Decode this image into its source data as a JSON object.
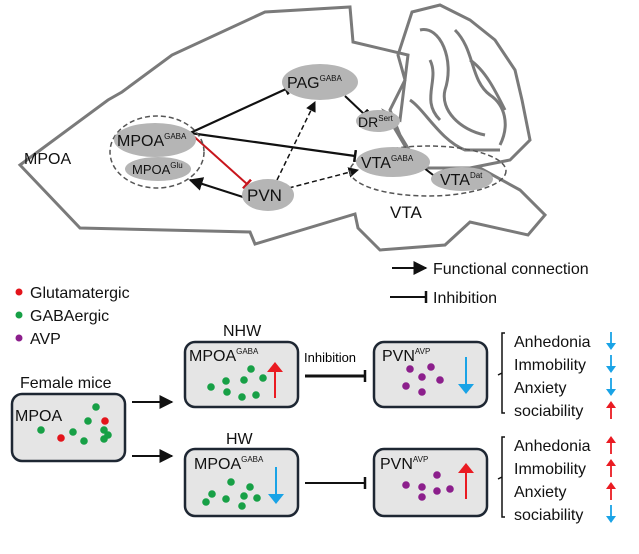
{
  "colors": {
    "glutamatergic": "#e3141b",
    "gabaergic": "#17a046",
    "avp": "#8c1f8c",
    "increase": "#ea1b22",
    "decrease": "#19a3e6",
    "inhibition_red": "#c8161d"
  },
  "brain": {
    "mpoa_label": "MPOA",
    "vta_label": "VTA",
    "nodes": {
      "mpoa_gaba": {
        "name": "MPOA",
        "sup": "GABA"
      },
      "mpoa_glu": {
        "name": "MPOA",
        "sup": "Glu"
      },
      "pag_gaba": {
        "name": "PAG",
        "sup": "GABA"
      },
      "dr_sert": {
        "name": "DR",
        "sup": "Sert"
      },
      "vta_gaba": {
        "name": "VTA",
        "sup": "GABA"
      },
      "vta_dat": {
        "name": "VTA",
        "sup": "Dat"
      },
      "pvn": {
        "name": "PVN"
      }
    }
  },
  "legend": {
    "functional": "Functional connection",
    "inhibition": "Inhibition",
    "cells": [
      {
        "label": "Glutamatergic",
        "color": "#e3141b"
      },
      {
        "label": "GABAergic",
        "color": "#17a046"
      },
      {
        "label": "AVP",
        "color": "#8c1f8c"
      }
    ]
  },
  "flow": {
    "female_title": "Female mice",
    "female_box": "MPOA",
    "nhw": {
      "title": "NHW",
      "mpoa": {
        "name": "MPOA",
        "sup": "GABA",
        "direction": "up"
      },
      "link_label": "Inhibition",
      "pvn": {
        "name": "PVN",
        "sup": "AVP",
        "direction": "down"
      },
      "outcomes": [
        {
          "label": "Anhedonia",
          "direction": "down"
        },
        {
          "label": "Immobility",
          "direction": "down"
        },
        {
          "label": "Anxiety",
          "direction": "down"
        },
        {
          "label": "sociability",
          "direction": "up"
        }
      ]
    },
    "hw": {
      "title": "HW",
      "mpoa": {
        "name": "MPOA",
        "sup": "GABA",
        "direction": "down"
      },
      "pvn": {
        "name": "PVN",
        "sup": "AVP",
        "direction": "up"
      },
      "outcomes": [
        {
          "label": "Anhedonia",
          "direction": "up"
        },
        {
          "label": "Immobility",
          "direction": "up"
        },
        {
          "label": "Anxiety",
          "direction": "up"
        },
        {
          "label": "sociability",
          "direction": "down"
        }
      ]
    }
  }
}
